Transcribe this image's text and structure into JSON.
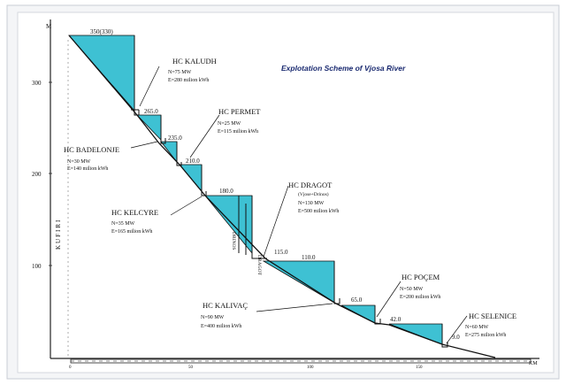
{
  "title": "Explotation Scheme of Vjosa River",
  "y_axis_unit": "M",
  "x_axis_unit": "KM",
  "y_ticks": [
    "300",
    "200",
    "100"
  ],
  "x_ticks": [
    "0",
    "50",
    "100",
    "150"
  ],
  "border_label": "KUFIRI",
  "tributaries": [
    "DRINOS",
    "DRAGOT"
  ],
  "level_labels": [
    "350(330)",
    "265.0",
    "235.0",
    "210.0",
    "180.0",
    "115.0",
    "110.0",
    "65.0",
    "42.0",
    "9.0"
  ],
  "plants": [
    {
      "name": "HC KALUDH",
      "power": "N=75 MW",
      "energy": "E=280 milion kWh"
    },
    {
      "name": "HC BADELONJE",
      "power": "N=30 MW",
      "energy": "E=140 milion kWh"
    },
    {
      "name": "HC PERMET",
      "power": "N=25 MW",
      "energy": "E=115 milion kWh"
    },
    {
      "name": "HC KELCYRE",
      "power": "N=35 MW",
      "energy": "E=165 milion kWh"
    },
    {
      "name": "HC DRAGOT",
      "subtitle": "(Vjose+Drinos)",
      "power": "N=130 MW",
      "energy": "E=500 milion kWh"
    },
    {
      "name": "HC KALIVAÇ",
      "power": "N=90 MW",
      "energy": "E=400 milion kWh"
    },
    {
      "name": "HC POÇEM",
      "power": "N=50 MW",
      "energy": "E=200 milion kWh"
    },
    {
      "name": "HC SELENICE",
      "power": "N=60 MW",
      "energy": "E=275 milion kWh"
    }
  ],
  "colors": {
    "reservoir": "#3ec1d3",
    "title": "#1a2a70",
    "line": "#111111"
  }
}
